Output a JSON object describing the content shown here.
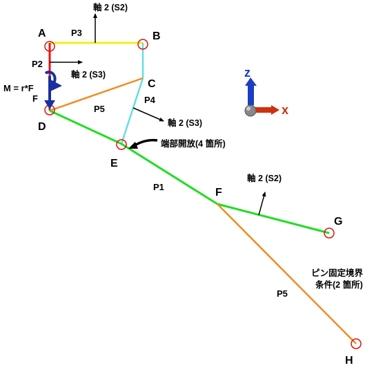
{
  "nodes": {
    "A": "A",
    "B": "B",
    "C": "C",
    "D": "D",
    "E": "E",
    "F": "F",
    "G": "G",
    "H": "H"
  },
  "members": {
    "p1": "P1",
    "p2": "P2",
    "p3": "P3",
    "p4": "P4",
    "p5_upper": "P5",
    "p5_lower": "P5"
  },
  "axis_labels": {
    "s2_top": "軸 2 (S2)",
    "s3_p2": "軸 2 (S3)",
    "s3_p4": "軸 2 (S3)",
    "s2_p1": "軸 2 (S2)"
  },
  "load": {
    "moment": "M = r*F",
    "force": "F"
  },
  "annotations": {
    "end_release": "端部開放(4 箇所)",
    "pinned_line1": "ピン固定境界",
    "pinned_line2": "条件(2 箇所)"
  },
  "triad": {
    "z": "z",
    "x": "x"
  },
  "colors": {
    "p1": "#22dd22",
    "p2": "#ee1111",
    "p3": "#eeee22",
    "p4": "#66dddd",
    "p5": "#f08c22",
    "support": "#dd1111",
    "load": "#1a2fa0",
    "triad_z": "#1a3fc0",
    "triad_x": "#d03010"
  }
}
